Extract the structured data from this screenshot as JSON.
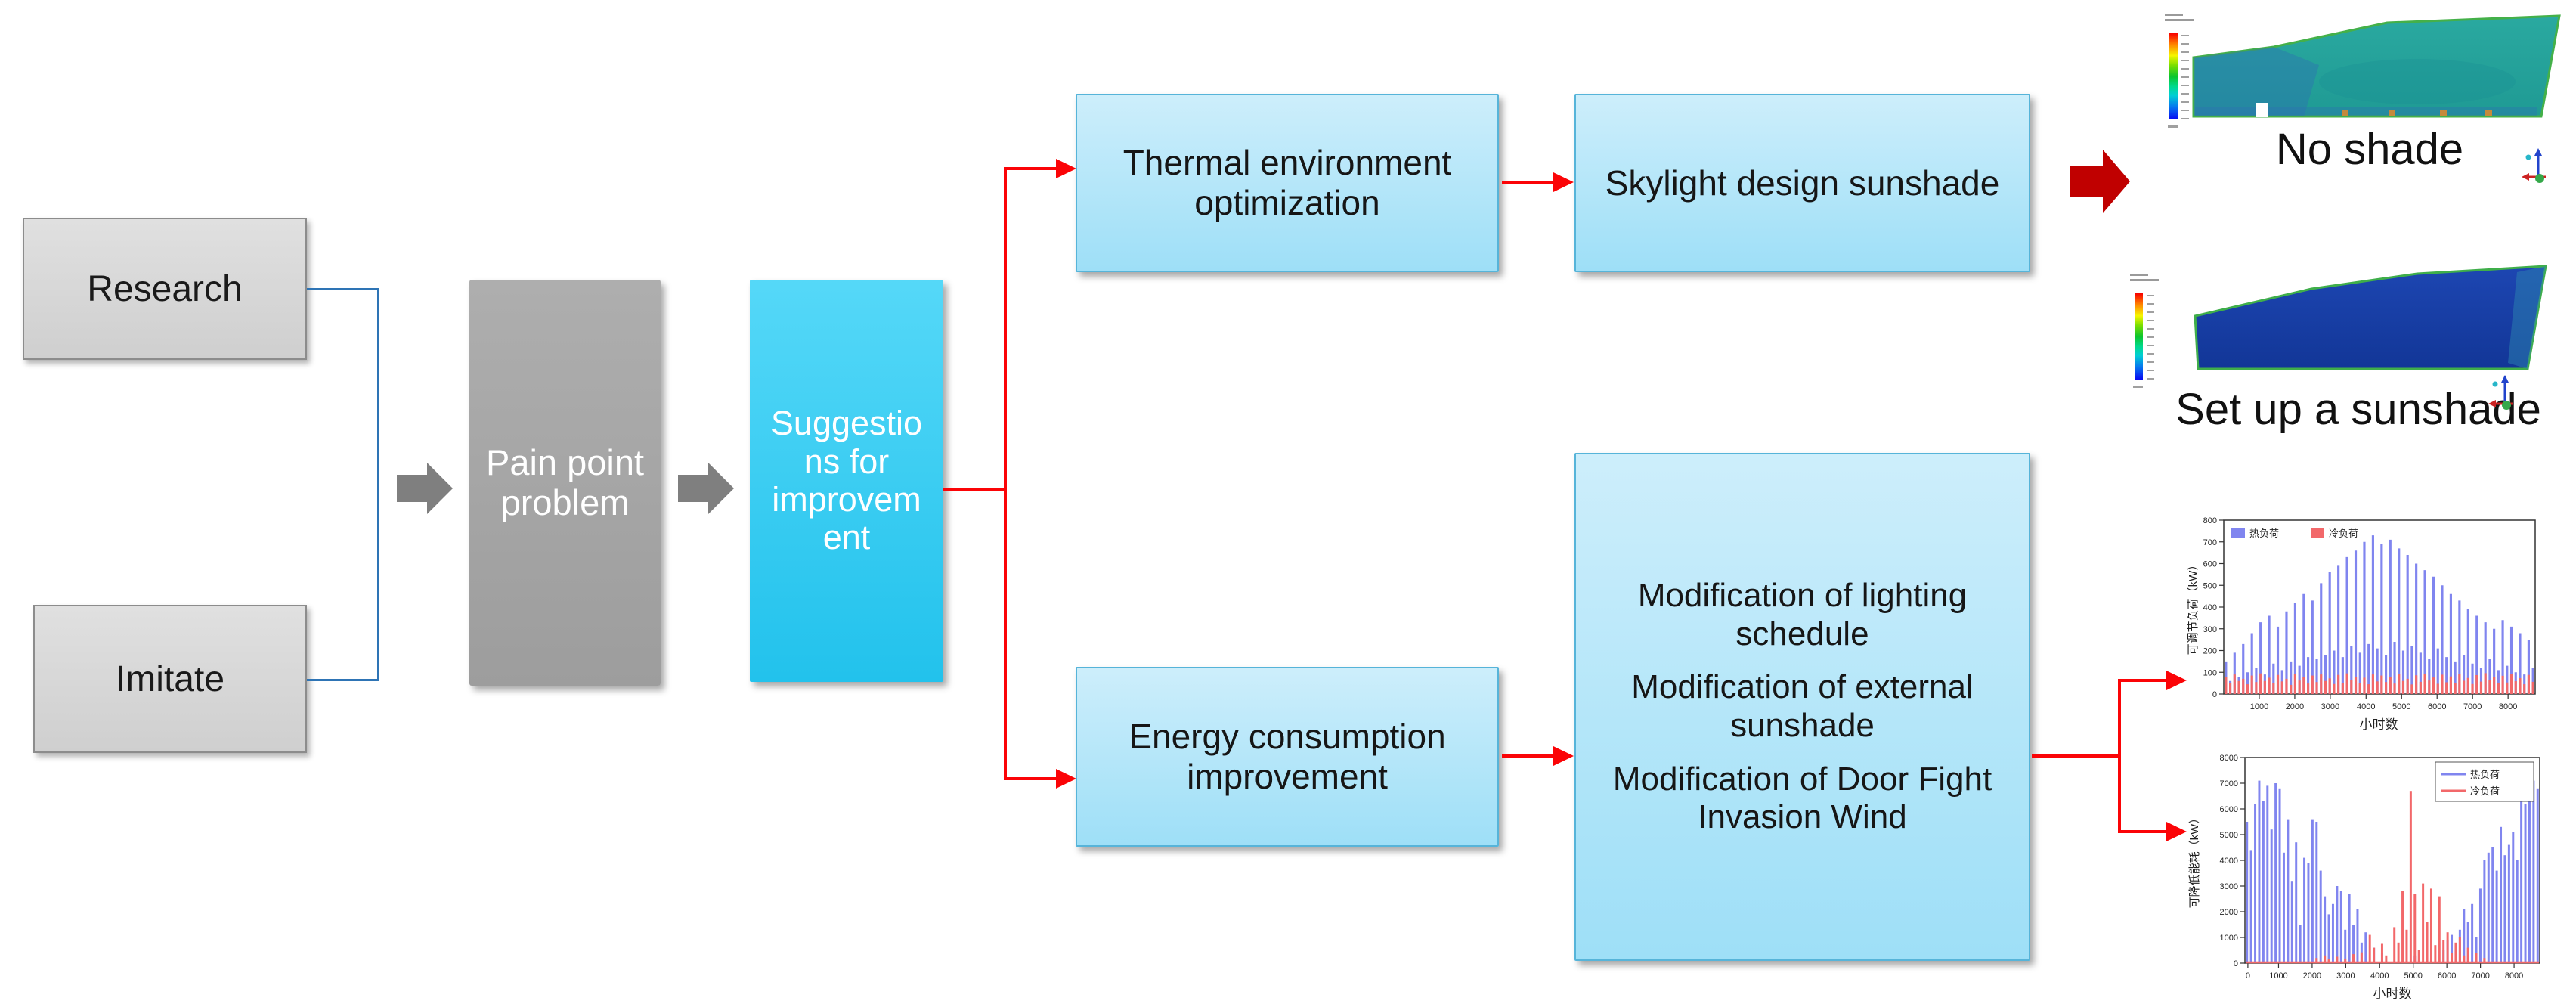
{
  "flow": {
    "research": "Research",
    "imitate": "Imitate",
    "pain_point": "Pain point problem",
    "suggestions": "Suggestions for improvement",
    "thermal": "Thermal environment optimization",
    "skylight": "Skylight design sunshade",
    "energy": "Energy consumption improvement",
    "modifications": [
      "Modification of lighting schedule",
      "Modification of external sunshade",
      "Modification of Door Fight Invasion Wind"
    ]
  },
  "cfd": {
    "no_shade_label": "No shade",
    "set_up_label": "Set up a sunshade"
  },
  "colors": {
    "connector_blue": "#2e74b5",
    "flow_arrow_red": "#fb0407",
    "block_arrow_gray": "#7f7f7f",
    "block_arrow_darkred": "#c00000",
    "series_blue": "#8085ef",
    "series_red": "#f2686a"
  },
  "chart_data": [
    {
      "type": "bar",
      "xlabel": "小时数",
      "ylabel": "可调节负荷（kW）",
      "ylim": [
        0,
        800
      ],
      "y_ticks": [
        0,
        100,
        200,
        300,
        400,
        500,
        600,
        700,
        800
      ],
      "x_ticks": [
        {
          "f": 0.114,
          "label": "1000"
        },
        {
          "f": 0.228,
          "label": "2000"
        },
        {
          "f": 0.342,
          "label": "3000"
        },
        {
          "f": 0.457,
          "label": "4000"
        },
        {
          "f": 0.571,
          "label": "5000"
        },
        {
          "f": 0.685,
          "label": "6000"
        },
        {
          "f": 0.799,
          "label": "7000"
        },
        {
          "f": 0.913,
          "label": "8000"
        }
      ],
      "legend": {
        "position": "tl",
        "style": "square"
      },
      "series": [
        {
          "name": "热负荷",
          "color": "#8085ef",
          "values": [
            150,
            60,
            190,
            80,
            230,
            100,
            280,
            120,
            330,
            90,
            360,
            140,
            310,
            110,
            380,
            150,
            420,
            130,
            460,
            170,
            430,
            160,
            510,
            180,
            560,
            200,
            590,
            170,
            630,
            220,
            660,
            190,
            700,
            230,
            730,
            210,
            690,
            180,
            710,
            240,
            670,
            200,
            640,
            220,
            600,
            190,
            570,
            160,
            540,
            210,
            500,
            170,
            460,
            150,
            430,
            180,
            390,
            140,
            360,
            120,
            330,
            160,
            300,
            110,
            340,
            130,
            310,
            100,
            280,
            90,
            250,
            120
          ]
        },
        {
          "name": "冷负荷",
          "color": "#f2686a",
          "values": [
            80,
            50,
            90,
            60,
            70,
            45,
            85,
            55,
            95,
            60,
            75,
            50,
            88,
            58,
            70,
            42,
            92,
            62,
            78,
            48,
            85,
            55,
            90,
            60,
            72,
            46,
            88,
            52,
            95,
            65,
            80,
            50,
            75,
            45,
            90,
            58,
            85,
            55,
            78,
            48,
            92,
            60,
            70,
            44,
            86,
            56,
            94,
            62,
            76,
            47,
            89,
            54,
            81,
            51,
            93,
            61,
            74,
            46,
            87,
            57,
            96,
            64,
            79,
            49,
            84,
            53,
            91,
            59,
            73,
            45,
            88,
            56
          ]
        }
      ]
    },
    {
      "type": "bar",
      "xlabel": "小时数",
      "ylabel": "可降低能耗（kW）",
      "ylim": [
        0,
        8000
      ],
      "y_ticks": [
        0,
        1000,
        2000,
        3000,
        4000,
        5000,
        6000,
        7000,
        8000
      ],
      "x_ticks": [
        {
          "f": 0.01,
          "label": "0"
        },
        {
          "f": 0.114,
          "label": "1000"
        },
        {
          "f": 0.228,
          "label": "2000"
        },
        {
          "f": 0.342,
          "label": "3000"
        },
        {
          "f": 0.457,
          "label": "4000"
        },
        {
          "f": 0.571,
          "label": "5000"
        },
        {
          "f": 0.685,
          "label": "6000"
        },
        {
          "f": 0.799,
          "label": "7000"
        },
        {
          "f": 0.913,
          "label": "8000"
        }
      ],
      "legend": {
        "position": "tr",
        "style": "line"
      },
      "baseline": true,
      "series": [
        {
          "name": "热负荷",
          "color": "#8085ef",
          "values": [
            5500,
            4400,
            6200,
            7100,
            6300,
            6900,
            5200,
            7000,
            6800,
            4300,
            5600,
            3200,
            4700,
            1500,
            4100,
            3900,
            5600,
            5500,
            3600,
            2600,
            1900,
            2300,
            3000,
            2800,
            1300,
            2700,
            1500,
            2100,
            800,
            1200,
            0,
            600,
            0,
            400,
            0,
            0,
            0,
            0,
            0,
            0,
            0,
            300,
            0,
            0,
            0,
            200,
            0,
            0,
            500,
            900,
            1100,
            700,
            1300,
            2100,
            1600,
            2300,
            1000,
            2900,
            4000,
            4300,
            4500,
            3600,
            5300,
            4200,
            4600,
            5100,
            4000,
            7000,
            6200,
            6700,
            7100,
            6800
          ]
        },
        {
          "name": "冷负荷",
          "color": "#f2686a",
          "values": [
            0,
            0,
            0,
            0,
            0,
            0,
            0,
            0,
            0,
            0,
            0,
            0,
            0,
            0,
            0,
            0,
            0,
            200,
            0,
            300,
            150,
            0,
            250,
            0,
            180,
            0,
            350,
            0,
            420,
            0,
            1100,
            600,
            0,
            750,
            300,
            0,
            1400,
            800,
            2800,
            1300,
            6700,
            2700,
            500,
            3100,
            1600,
            2900,
            700,
            2600,
            900,
            1200,
            400,
            800,
            1000,
            300,
            600,
            0,
            400,
            0,
            200,
            0,
            0,
            0,
            0,
            0,
            0,
            0,
            0,
            0,
            0,
            0,
            0,
            0
          ]
        }
      ]
    }
  ]
}
